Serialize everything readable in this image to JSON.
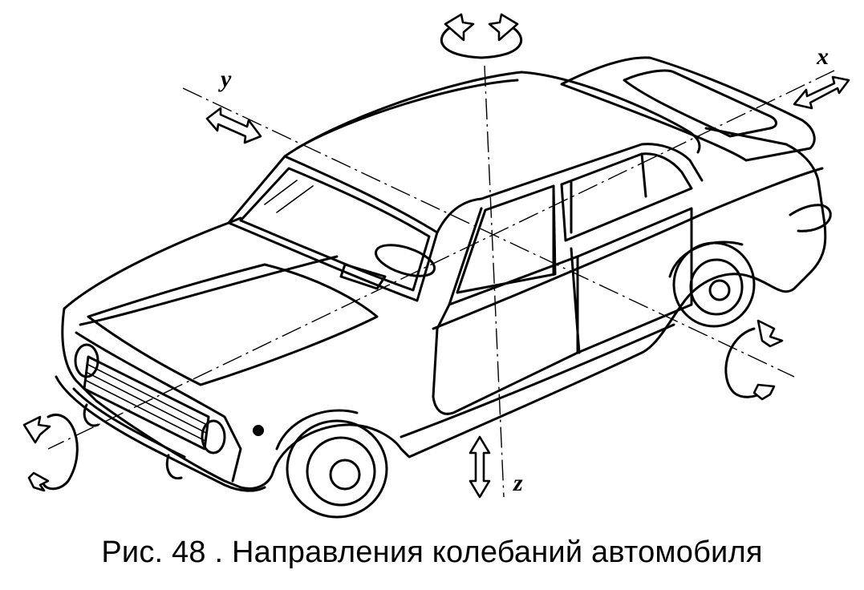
{
  "figure": {
    "caption": "Рис. 48 . Направления колебаний автомобиля",
    "axes": {
      "x": "x",
      "y": "y",
      "z": "z"
    },
    "icons": [
      "car-illustration",
      "rotation-arrow-icon",
      "double-arrow-icon"
    ]
  }
}
